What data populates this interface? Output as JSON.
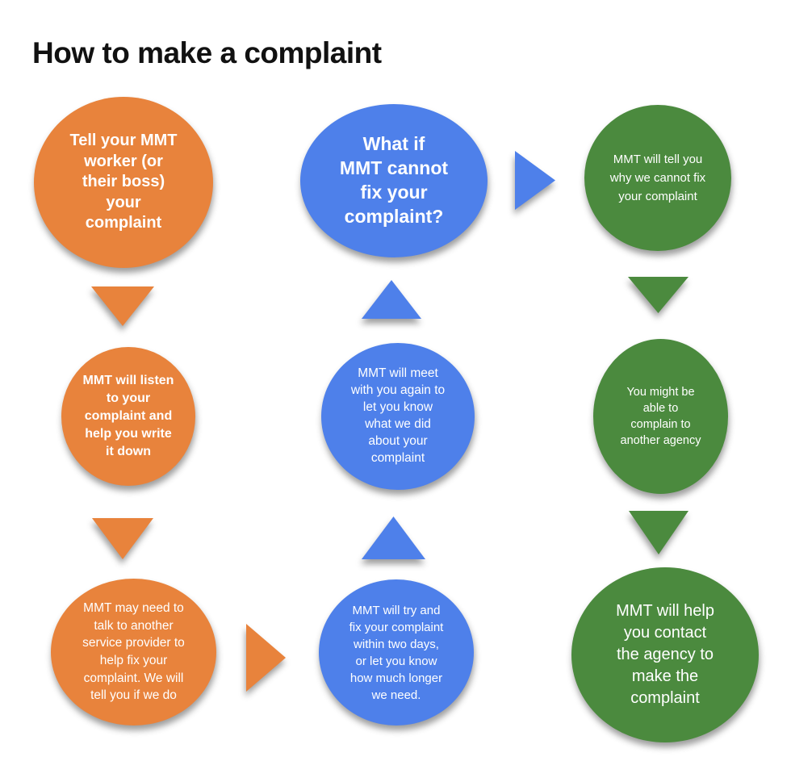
{
  "title": "How to make a complaint",
  "colors": {
    "orange": "#E8833C",
    "blue": "#4E80EA",
    "green": "#4B8A3E",
    "text": "#FFFFFF",
    "title": "#111111",
    "background": "#FFFFFF"
  },
  "nodes": [
    {
      "id": "tell-worker",
      "color": "orange",
      "text": "Tell your MMT\nworker (or\ntheir boss)\nyour\ncomplaint"
    },
    {
      "id": "listen",
      "color": "orange",
      "text": "MMT will listen\nto your\ncomplaint and\nhelp you write\nit down"
    },
    {
      "id": "talk-provider",
      "color": "orange",
      "text": "MMT may need to\ntalk to another\nservice provider to\nhelp fix your\ncomplaint. We will\ntell you if we do"
    },
    {
      "id": "cannot-fix",
      "color": "blue",
      "text": "What if\nMMT cannot\nfix your\ncomplaint?"
    },
    {
      "id": "meet-again",
      "color": "blue",
      "text": "MMT will meet\nwith you again to\nlet you know\nwhat we did\nabout your\ncomplaint"
    },
    {
      "id": "try-fix",
      "color": "blue",
      "text": "MMT will try and\nfix your complaint\nwithin two days,\nor let you know\nhow much longer\nwe need."
    },
    {
      "id": "tell-why",
      "color": "green",
      "text": "MMT will tell you\nwhy we cannot fix\nyour complaint"
    },
    {
      "id": "another-agency",
      "color": "green",
      "text": "You might be\nable to\ncomplain to\nanother agency"
    },
    {
      "id": "help-contact",
      "color": "green",
      "text": "MMT will help\nyou contact\nthe agency to\nmake the\ncomplaint"
    }
  ],
  "arrows": [
    {
      "id": "a1",
      "direction": "down",
      "color": "orange"
    },
    {
      "id": "a2",
      "direction": "down",
      "color": "orange"
    },
    {
      "id": "a3",
      "direction": "up",
      "color": "blue"
    },
    {
      "id": "a4",
      "direction": "up",
      "color": "blue"
    },
    {
      "id": "a5",
      "direction": "down",
      "color": "green"
    },
    {
      "id": "a6",
      "direction": "down",
      "color": "green"
    },
    {
      "id": "a7",
      "direction": "right",
      "color": "blue"
    },
    {
      "id": "a8",
      "direction": "right",
      "color": "orange"
    }
  ]
}
